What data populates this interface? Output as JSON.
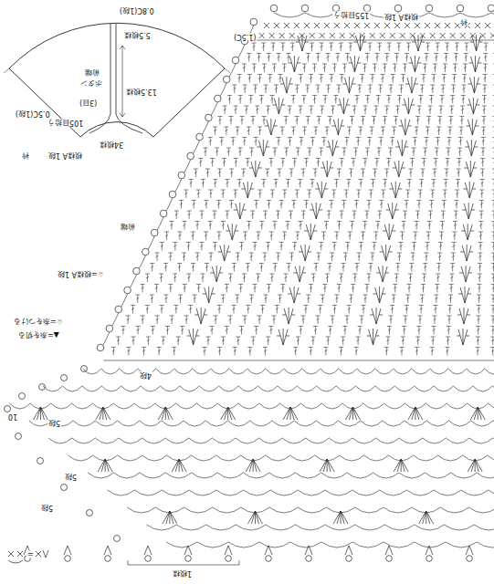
{
  "diagram": {
    "labels": [
      "0.8C(1段)",
      "5.5模様",
      "13.5模様",
      "前端",
      "ボタン",
      "(3目)",
      "0.5C(1段)",
      "105目拾う",
      "34模様",
      "衿",
      "模様A 1段",
      "(1.5C)",
      "155目拾う",
      "模様A 1段",
      "衿",
      "前端",
      "☆=模様A 1段",
      "☆=糸をつける",
      "▲=糸を切る",
      "4段",
      "5段",
      "10",
      "5段",
      "5段",
      "=",
      "1模様"
    ]
  }
}
